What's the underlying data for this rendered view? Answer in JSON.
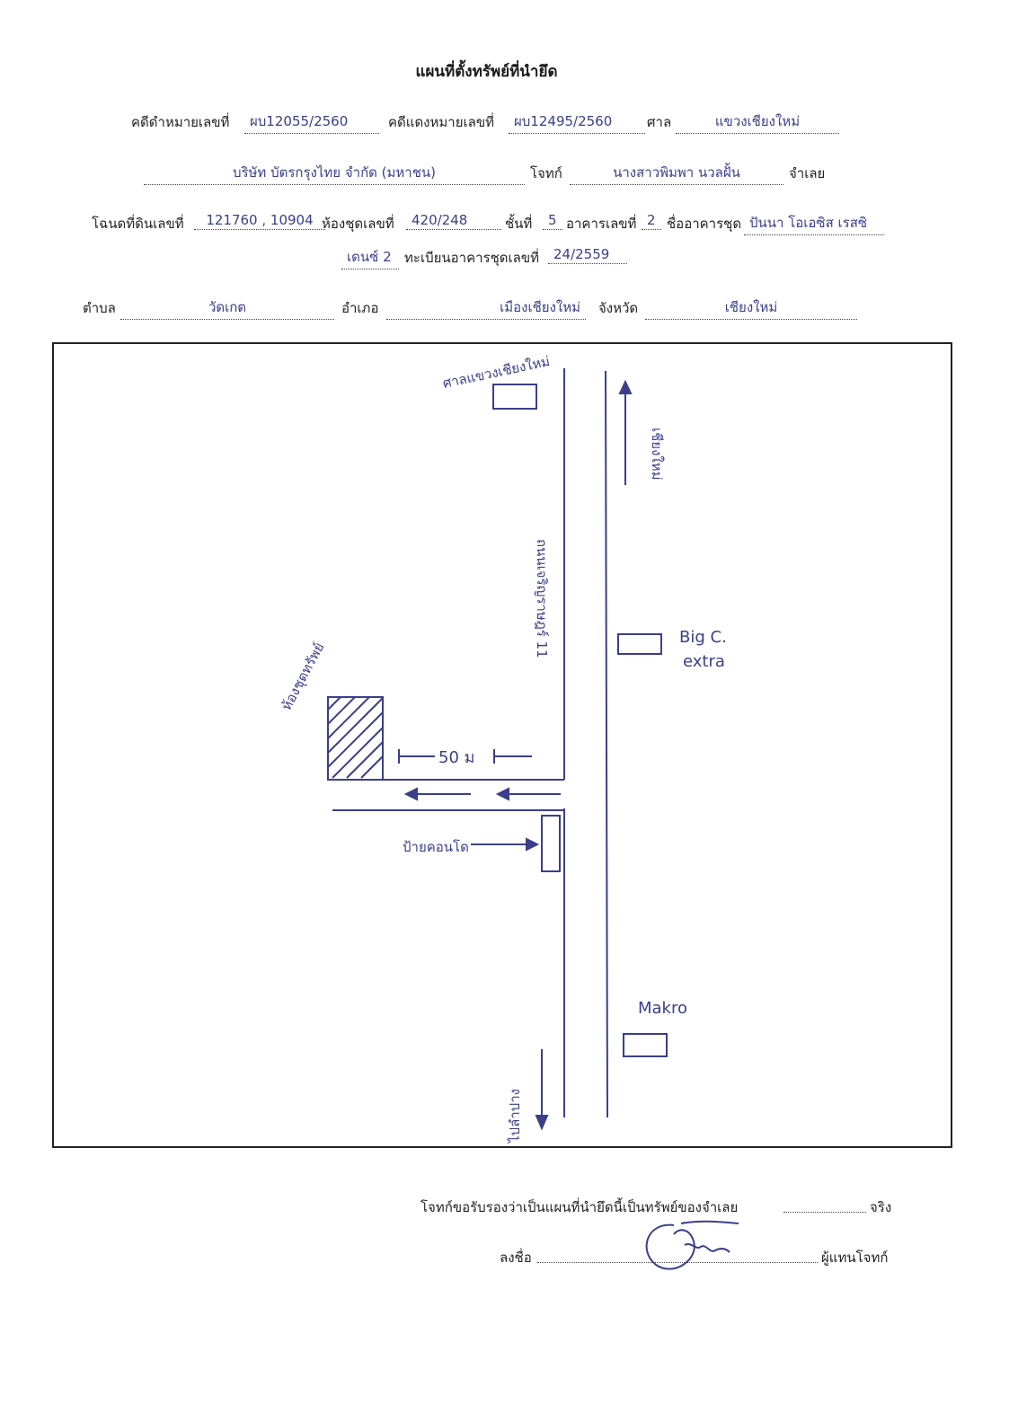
{
  "header": {
    "title": "แผนที่ตั้งทรัพย์ที่นำยึด"
  },
  "case": {
    "black_case_label": "คดีดำหมายเลขที่",
    "black_case_value": "ผบ12055/2560",
    "red_case_label": "คดีแดงหมายเลขที่",
    "red_case_value": "ผบ12495/2560",
    "court_label": "ศาล",
    "court_value": "แขวงเชียงใหม่"
  },
  "parties": {
    "plaintiff_value": "บริษัท บัตรกรุงไทย จำกัด (มหาชน)",
    "plaintiff_label": "โจทก์",
    "defendant_value": "นางสาวพิมพา นวลฝั้น",
    "defendant_label": "จำเลย"
  },
  "property": {
    "deed_label": "โฉนดที่ดินเลขที่",
    "deed_value": "121760 , 10904",
    "unit_label": "ห้องชุดเลขที่",
    "unit_value": "420/248",
    "floor_label": "ชั้นที่",
    "floor_value": "5",
    "building_label": "อาคารเลขที่",
    "building_value": "2",
    "condo_name_label": "ชื่ออาคารชุด",
    "condo_name_value": "ปันนา โอเอซิส เรสซิ",
    "condo_name_cont": "เดนซ์ 2",
    "registry_label": "ทะเบียนอาคารชุดเลขที่",
    "registry_value": "24/2559"
  },
  "location": {
    "subdistrict_label": "ตำบล",
    "subdistrict_value": "วัดเกต",
    "district_label": "อำเภอ",
    "district_value": "เมืองเชียงใหม่",
    "province_label": "จังหวัด",
    "province_value": "เชียงใหม่"
  },
  "map": {
    "court_landmark": "ศาลแขวงเชียงใหม่",
    "direction_north": "เชียงใหม่",
    "road_name": "ถนนเจริญราษฎร์ 11",
    "big_c_line1": "Big C.",
    "big_c_line2": "extra",
    "property_label": "ห้องชุดทรัพย์",
    "distance": "50 ม",
    "sign_label": "ป้ายคอนโด",
    "makro": "Makro",
    "direction_south": "ไปลำปาง"
  },
  "footer": {
    "certify_text": "โจทก์ขอรับรองว่าเป็นแผนที่นำยึดนี้เป็นทรัพย์ของจำเลย",
    "certify_end": "จริง",
    "sign_label": "ลงชื่อ",
    "sign_role": "ผู้แทนโจทก์"
  },
  "colors": {
    "ink": "#3a3f8a",
    "print": "#222222"
  }
}
